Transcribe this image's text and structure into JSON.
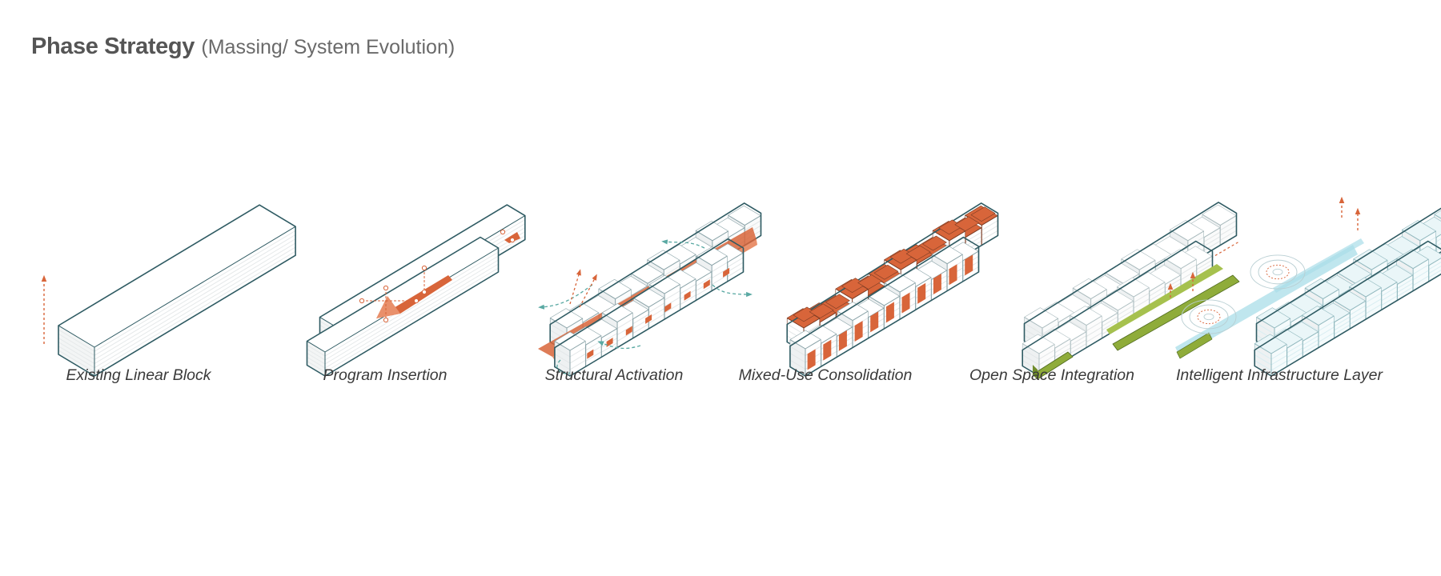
{
  "title": {
    "main": "Phase Strategy",
    "sub": "(Massing/ System Evolution)"
  },
  "phases": [
    {
      "label": "Existing Linear Block"
    },
    {
      "label": "Program Insertion"
    },
    {
      "label": "Structural Activation"
    },
    {
      "label": "Mixed-Use Consolidation"
    },
    {
      "label": "Open Space Integration"
    },
    {
      "label": "Intelligent Infrastructure Layer"
    }
  ],
  "colors": {
    "outline": "#2f5b63",
    "face": "#ffffff",
    "band": "#e6e9ea",
    "program": "#d8653a",
    "flow": "#5aa9a3",
    "green": "#8fac3a",
    "digital": "#a9dde8",
    "title": "#555555",
    "caption": "#3a3a3a"
  }
}
